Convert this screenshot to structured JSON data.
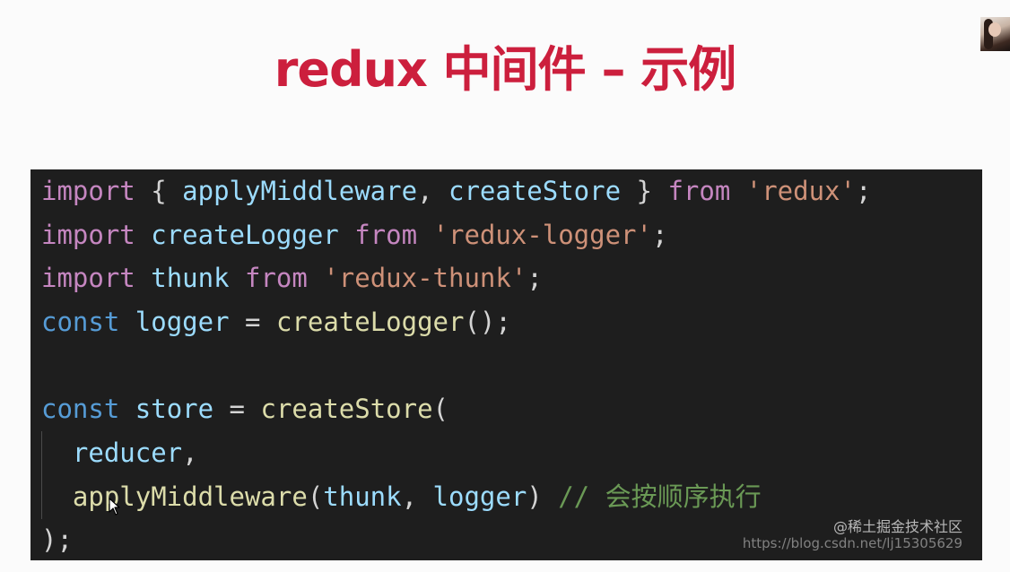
{
  "slide": {
    "title": "redux 中间件 – 示例"
  },
  "code": {
    "lines": [
      [
        {
          "t": "import",
          "c": "kw-import"
        },
        {
          "t": " { ",
          "c": "punc"
        },
        {
          "t": "applyMiddleware",
          "c": "ident"
        },
        {
          "t": ", ",
          "c": "punc"
        },
        {
          "t": "createStore",
          "c": "ident"
        },
        {
          "t": " } ",
          "c": "punc"
        },
        {
          "t": "from",
          "c": "kw-import"
        },
        {
          "t": " ",
          "c": "punc"
        },
        {
          "t": "'redux'",
          "c": "str"
        },
        {
          "t": ";",
          "c": "punc"
        }
      ],
      [
        {
          "t": "import",
          "c": "kw-import"
        },
        {
          "t": " ",
          "c": "punc"
        },
        {
          "t": "createLogger",
          "c": "ident"
        },
        {
          "t": " ",
          "c": "punc"
        },
        {
          "t": "from",
          "c": "kw-import"
        },
        {
          "t": " ",
          "c": "punc"
        },
        {
          "t": "'redux-logger'",
          "c": "str"
        },
        {
          "t": ";",
          "c": "punc"
        }
      ],
      [
        {
          "t": "import",
          "c": "kw-import"
        },
        {
          "t": " ",
          "c": "punc"
        },
        {
          "t": "thunk",
          "c": "ident"
        },
        {
          "t": " ",
          "c": "punc"
        },
        {
          "t": "from",
          "c": "kw-import"
        },
        {
          "t": " ",
          "c": "punc"
        },
        {
          "t": "'redux-thunk'",
          "c": "str"
        },
        {
          "t": ";",
          "c": "punc"
        }
      ],
      [
        {
          "t": "const",
          "c": "kw-const"
        },
        {
          "t": " ",
          "c": "punc"
        },
        {
          "t": "logger",
          "c": "ident"
        },
        {
          "t": " = ",
          "c": "punc"
        },
        {
          "t": "createLogger",
          "c": "fn"
        },
        {
          "t": "();",
          "c": "punc"
        }
      ],
      [],
      [
        {
          "t": "const",
          "c": "kw-const"
        },
        {
          "t": " ",
          "c": "punc"
        },
        {
          "t": "store",
          "c": "ident"
        },
        {
          "t": " = ",
          "c": "punc"
        },
        {
          "t": "createStore",
          "c": "fn"
        },
        {
          "t": "(",
          "c": "punc"
        }
      ],
      [
        {
          "t": "  ",
          "c": "punc"
        },
        {
          "t": "reducer",
          "c": "ident"
        },
        {
          "t": ",",
          "c": "punc"
        }
      ],
      [
        {
          "t": "  ",
          "c": "punc"
        },
        {
          "t": "applyMiddleware",
          "c": "fn"
        },
        {
          "t": "(",
          "c": "punc"
        },
        {
          "t": "thunk",
          "c": "ident"
        },
        {
          "t": ", ",
          "c": "punc"
        },
        {
          "t": "logger",
          "c": "ident"
        },
        {
          "t": ") ",
          "c": "punc"
        },
        {
          "t": "// 会按顺序执行",
          "c": "cmt"
        }
      ],
      [
        {
          "t": ");",
          "c": "punc"
        }
      ]
    ]
  },
  "watermark": {
    "line1": "@稀土掘金技术社区",
    "line2": "https://blog.csdn.net/lj15305629"
  },
  "icons": {
    "avatar": "presenter-avatar-icon",
    "cursor": "mouse-cursor-icon"
  }
}
